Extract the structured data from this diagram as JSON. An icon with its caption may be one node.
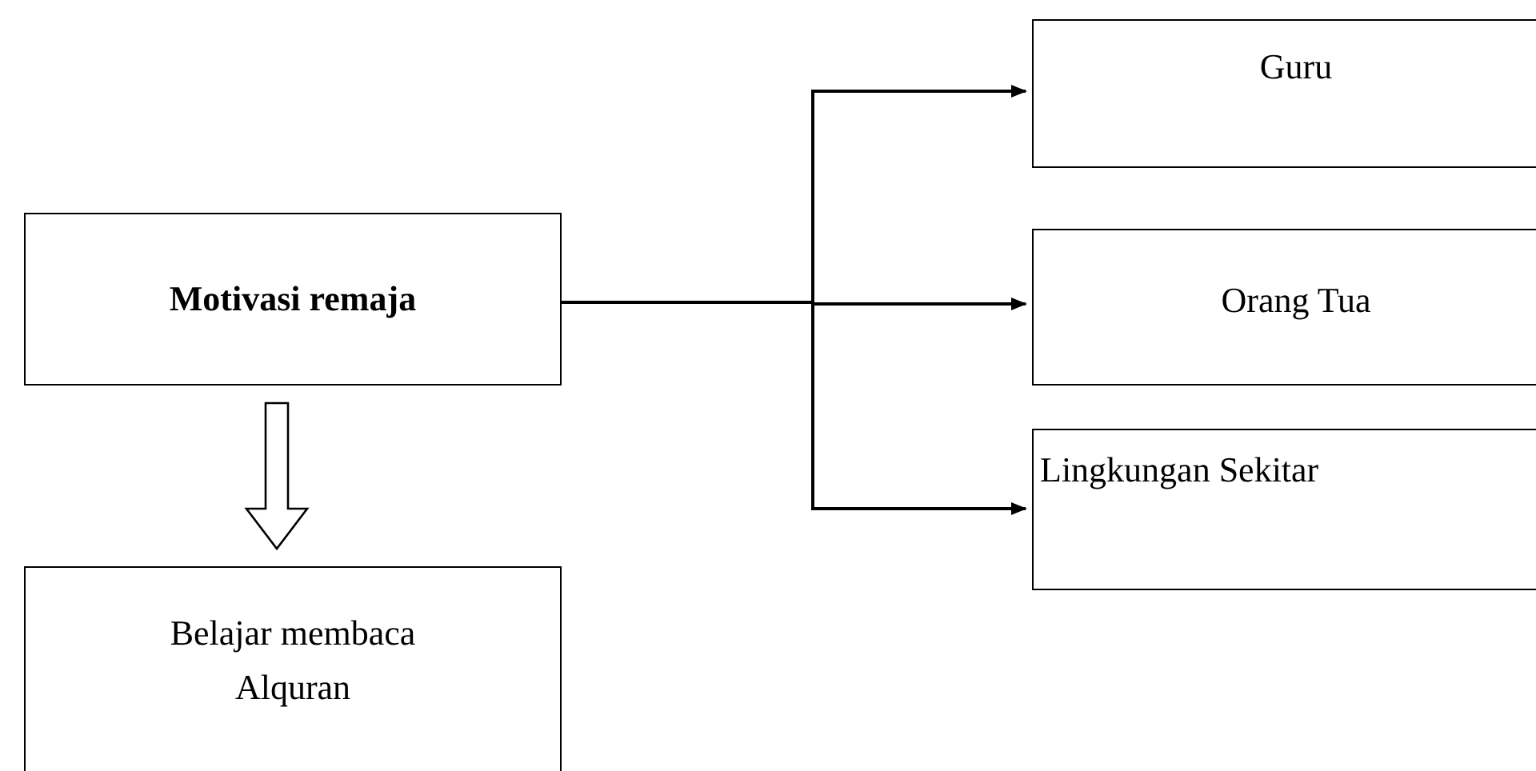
{
  "diagram": {
    "nodes": [
      {
        "text": [
          "Motivasi remaja"
        ]
      },
      {
        "text": [
          "Guru"
        ]
      },
      {
        "text": [
          "Orang Tua"
        ]
      },
      {
        "text": [
          "Lingkungan Sekitar"
        ]
      },
      {
        "text": [
          "Belajar membaca Alquran"
        ]
      }
    ],
    "edges": [
      {
        "from": 0,
        "to": 1,
        "arrow": "to"
      },
      {
        "from": 0,
        "to": 2,
        "arrow": "to"
      },
      {
        "from": 0,
        "to": 3,
        "arrow": "to"
      },
      {
        "from": 0,
        "to": 4,
        "arrow": "to",
        "style": "thick"
      }
    ]
  }
}
